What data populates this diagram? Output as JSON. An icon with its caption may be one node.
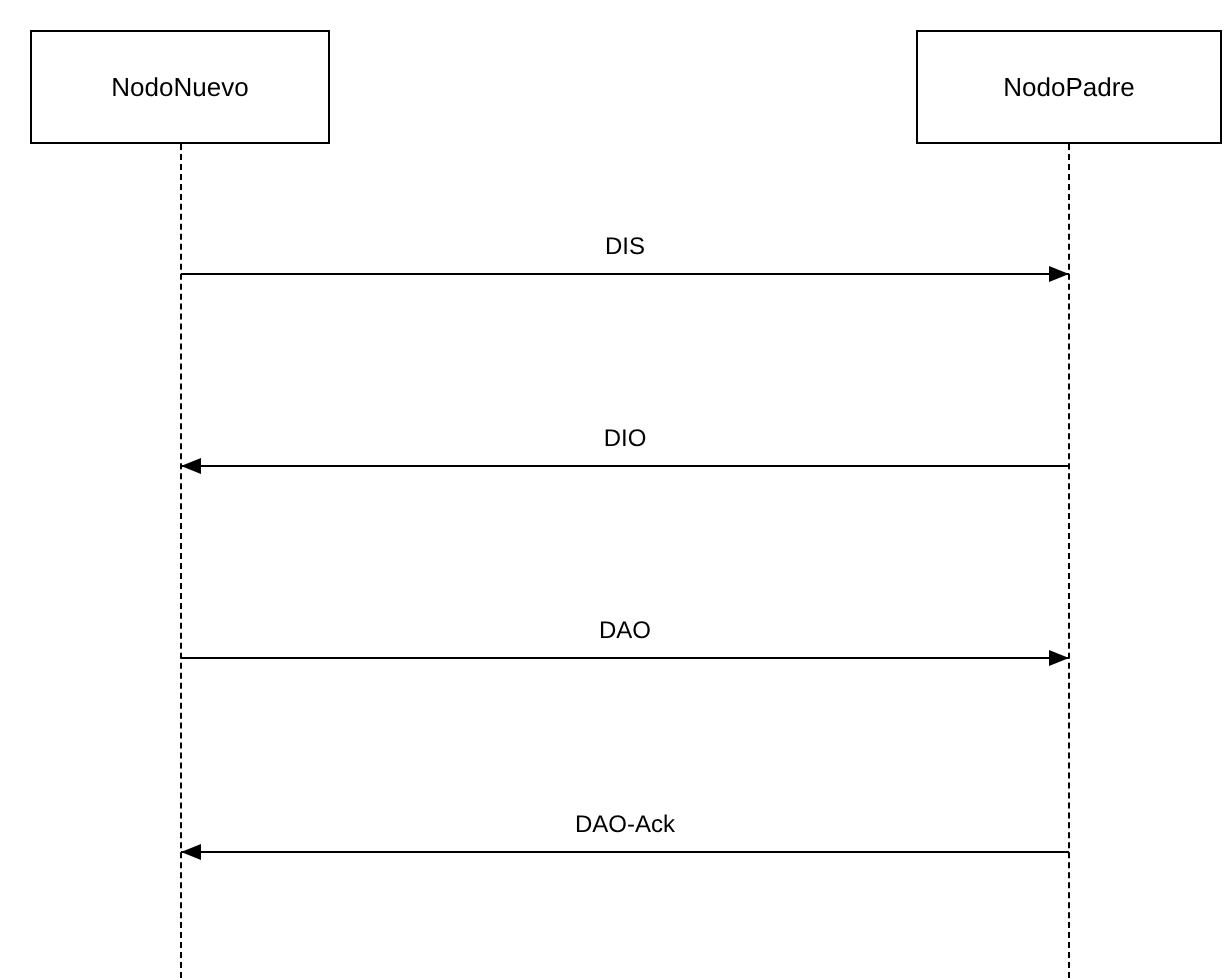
{
  "diagram": {
    "nodes": [
      {
        "text": [
          "NodoNuevo"
        ]
      },
      {
        "text": [
          "NodoPadre"
        ]
      },
      {
        "text": [],
        "shape": "line"
      },
      {
        "text": [],
        "shape": "line"
      }
    ],
    "edges": [
      {
        "from": 2,
        "to": 3,
        "arrow": "to",
        "label": "DIS"
      },
      {
        "from": 3,
        "to": 2,
        "arrow": "to",
        "label": "DIO"
      },
      {
        "from": 2,
        "to": 3,
        "arrow": "to",
        "label": "DAO"
      },
      {
        "from": 3,
        "to": 2,
        "arrow": "to",
        "label": "DAO-Ack"
      }
    ]
  }
}
